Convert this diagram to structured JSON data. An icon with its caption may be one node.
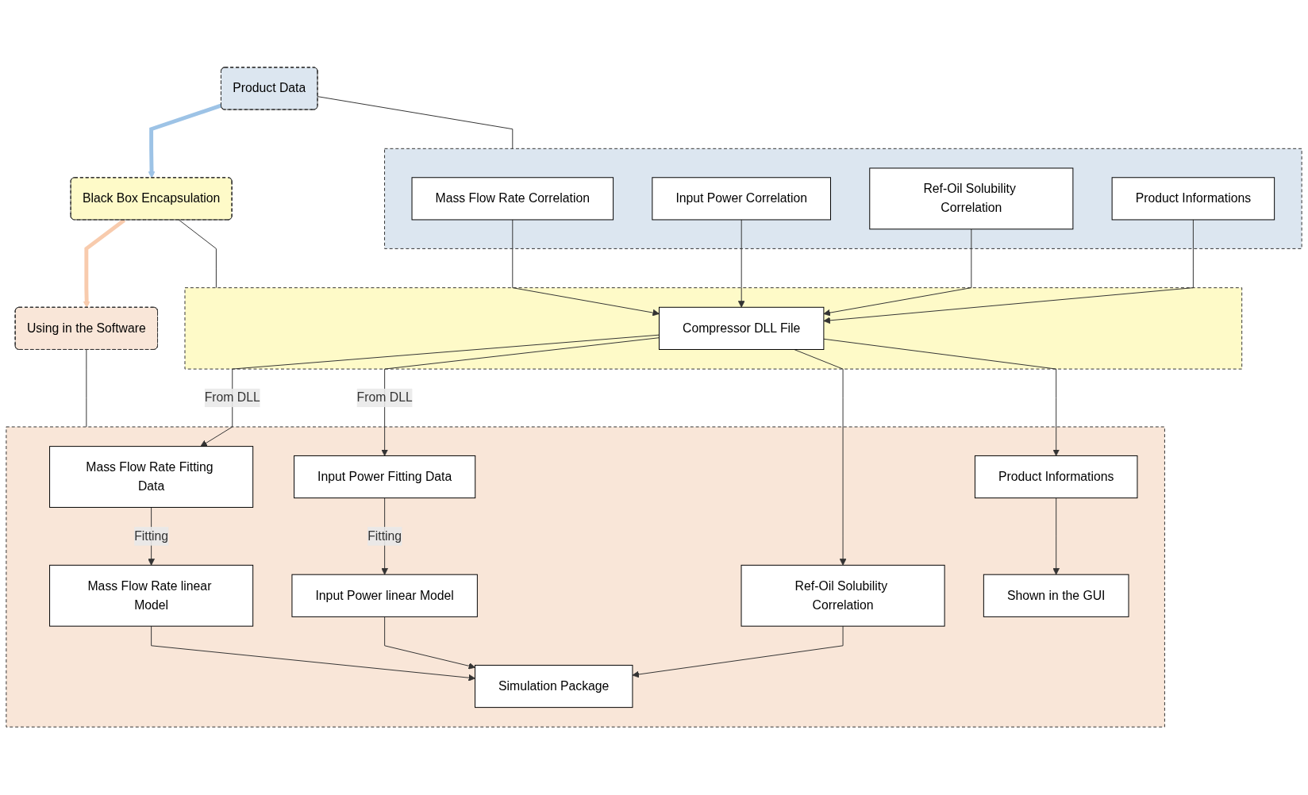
{
  "diagram": {
    "nodes": [
      {
        "text": [
          "Product Data"
        ]
      },
      {
        "text": [
          "Black Box Encapsulation"
        ]
      },
      {
        "text": [
          "Using in the Software"
        ]
      },
      {
        "text": [],
        "shape": "box"
      },
      {
        "text": [
          "Mass Flow Rate Correlation"
        ],
        "in": 3
      },
      {
        "text": [
          "Input Power Correlation"
        ],
        "in": 3
      },
      {
        "text": [
          "Ref-Oil Solubility Correlation"
        ],
        "in": 3
      },
      {
        "text": [
          "Product Informations"
        ],
        "in": 3
      },
      {
        "text": [],
        "shape": "box"
      },
      {
        "text": [
          "Compressor DLL File"
        ],
        "in": 8
      },
      {
        "text": [],
        "shape": "box"
      },
      {
        "text": [
          "Mass Flow Rate Fitting Data"
        ],
        "in": 10
      },
      {
        "text": [
          "Input Power Fitting Data"
        ],
        "in": 10
      },
      {
        "text": [
          "Ref-Oil Solubility Correlation"
        ],
        "in": 10
      },
      {
        "text": [
          "Product Informations"
        ],
        "in": 10
      },
      {
        "text": [
          "Mass Flow Rate linear Model"
        ],
        "in": 10
      },
      {
        "text": [
          "Input Power linear Model"
        ],
        "in": 10
      },
      {
        "text": [
          "Simulation Package"
        ],
        "in": 10
      },
      {
        "text": [
          "Shown in the GUI"
        ],
        "in": 10
      }
    ],
    "edges": [
      {
        "from": 0,
        "to": 1,
        "arrow": "to",
        "style": "thick",
        "color": "#9dc3e6"
      },
      {
        "from": 1,
        "to": 2,
        "arrow": "to",
        "style": "thick",
        "color": "#f8cbad"
      },
      {
        "from": 0,
        "to": 3,
        "arrow": "none"
      },
      {
        "from": 1,
        "to": 8,
        "arrow": "none"
      },
      {
        "from": 2,
        "to": 10,
        "arrow": "none"
      },
      {
        "from": 4,
        "to": 9,
        "arrow": "to"
      },
      {
        "from": 5,
        "to": 9,
        "arrow": "to"
      },
      {
        "from": 6,
        "to": 9,
        "arrow": "to"
      },
      {
        "from": 7,
        "to": 9,
        "arrow": "to"
      },
      {
        "from": 9,
        "to": 11,
        "arrow": "to",
        "label": "From DLL"
      },
      {
        "from": 9,
        "to": 12,
        "arrow": "to",
        "label": "From DLL"
      },
      {
        "from": 9,
        "to": 13,
        "arrow": "to"
      },
      {
        "from": 9,
        "to": 14,
        "arrow": "to"
      },
      {
        "from": 11,
        "to": 15,
        "arrow": "to",
        "label": "Fitting"
      },
      {
        "from": 12,
        "to": 16,
        "arrow": "to",
        "label": "Fitting"
      },
      {
        "from": 15,
        "to": 17,
        "arrow": "to"
      },
      {
        "from": 16,
        "to": 17,
        "arrow": "to"
      },
      {
        "from": 13,
        "to": 17,
        "arrow": "to"
      },
      {
        "from": 14,
        "to": 18,
        "arrow": "to"
      }
    ]
  }
}
